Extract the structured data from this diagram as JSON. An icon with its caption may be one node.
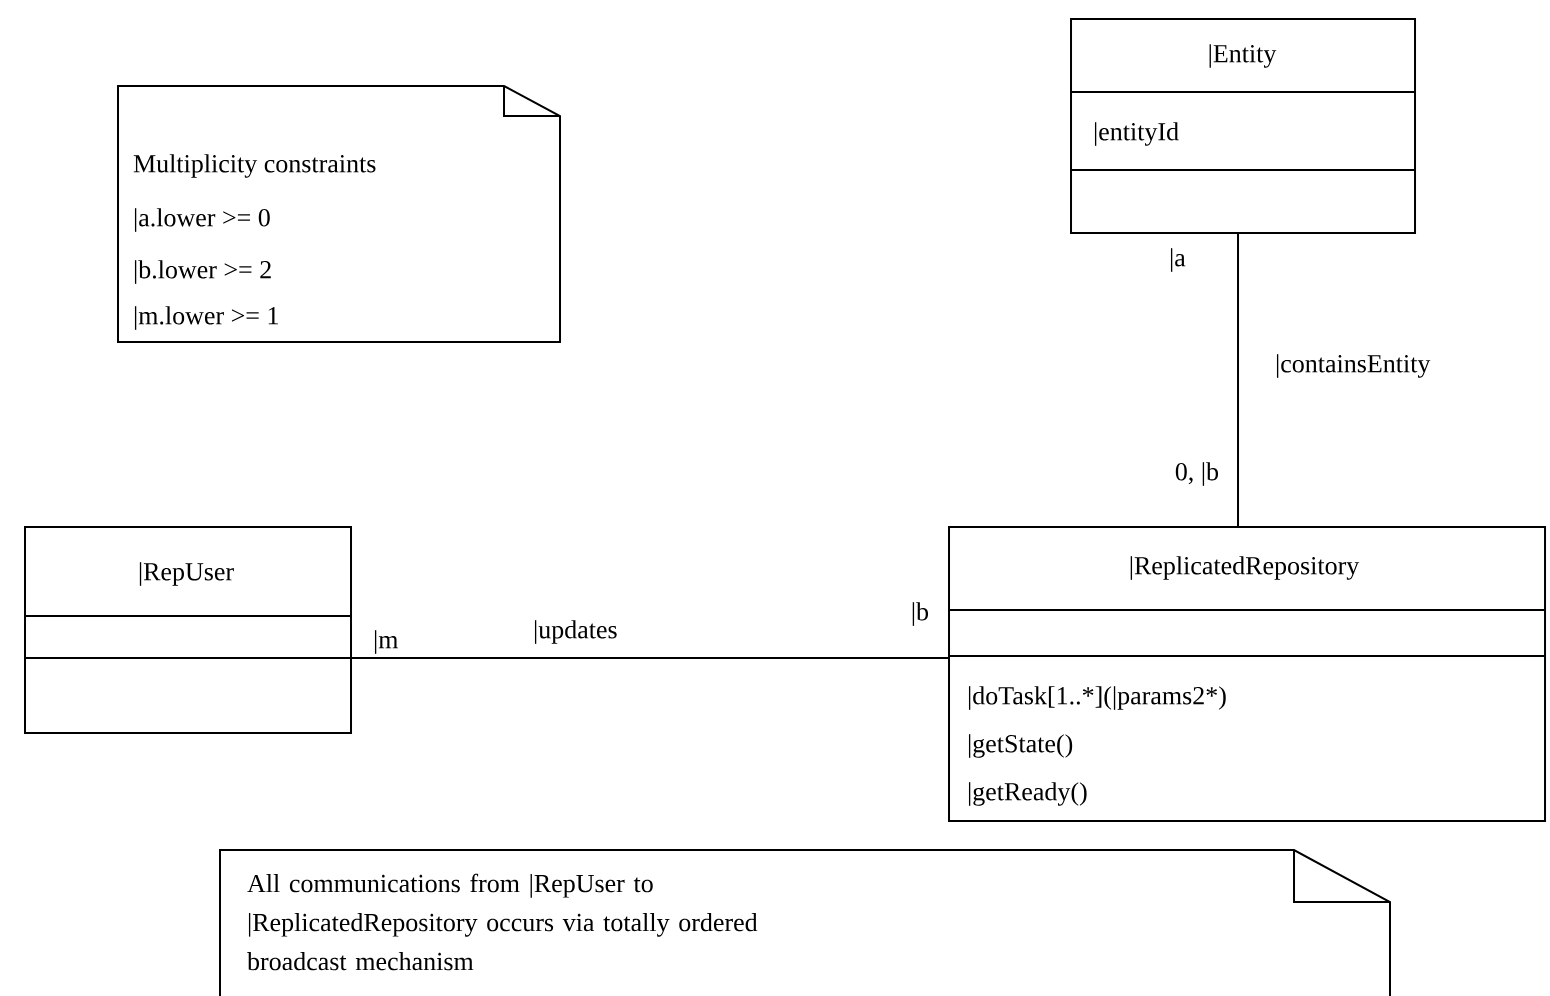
{
  "diagram": {
    "nodes": [
      {
        "text": [
          "Multiplicity constraints",
          "|a.lower >= 0",
          "|b.lower >= 2",
          "|m.lower >= 1"
        ]
      },
      {
        "text": [
          "|Entity",
          "|entityId"
        ]
      },
      {
        "text": [
          "|RepUser"
        ]
      },
      {
        "text": [
          "|ReplicatedRepository",
          "|doTask[1..*](|params2*)",
          "|getState()",
          "|getReady()"
        ]
      },
      {
        "text": [
          "All communications from |RepUser to |ReplicatedRepository occurs via totally ordered broadcast mechanism"
        ]
      }
    ],
    "edges": [
      {
        "from": 1,
        "to": 3,
        "arrow": "none",
        "label": "|containsEntity"
      },
      {
        "from": 2,
        "to": 3,
        "arrow": "none",
        "label": "|updates"
      }
    ],
    "labels": [
      "|a",
      "0, |b",
      "|m",
      "|b"
    ]
  }
}
